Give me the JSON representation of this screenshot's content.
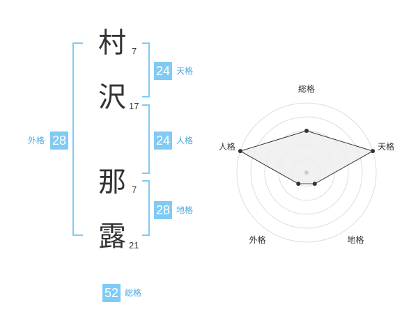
{
  "name": {
    "chars": [
      {
        "char": "村",
        "strokes": "7"
      },
      {
        "char": "沢",
        "strokes": "17"
      },
      {
        "char": "那",
        "strokes": "7"
      },
      {
        "char": "露",
        "strokes": "21"
      }
    ]
  },
  "fortune": {
    "tenkaku": {
      "value": "24",
      "label": "天格"
    },
    "jinkaku": {
      "value": "24",
      "label": "人格"
    },
    "chikaku": {
      "value": "28",
      "label": "地格"
    },
    "gaikaku": {
      "value": "28",
      "label": "外格"
    },
    "soukaku": {
      "value": "52",
      "label": "総格"
    }
  },
  "radar": {
    "axes": [
      "総格",
      "天格",
      "地格",
      "外格",
      "人格"
    ],
    "levels": 5,
    "values": [
      3,
      5,
      1,
      1,
      5
    ],
    "colors": {
      "grid": "#dddddd",
      "fill": "#eeeeee",
      "line": "#333333",
      "center": "#cccccc"
    }
  },
  "colors": {
    "accent": "#7fcbf5",
    "label": "#4aa9e3"
  }
}
